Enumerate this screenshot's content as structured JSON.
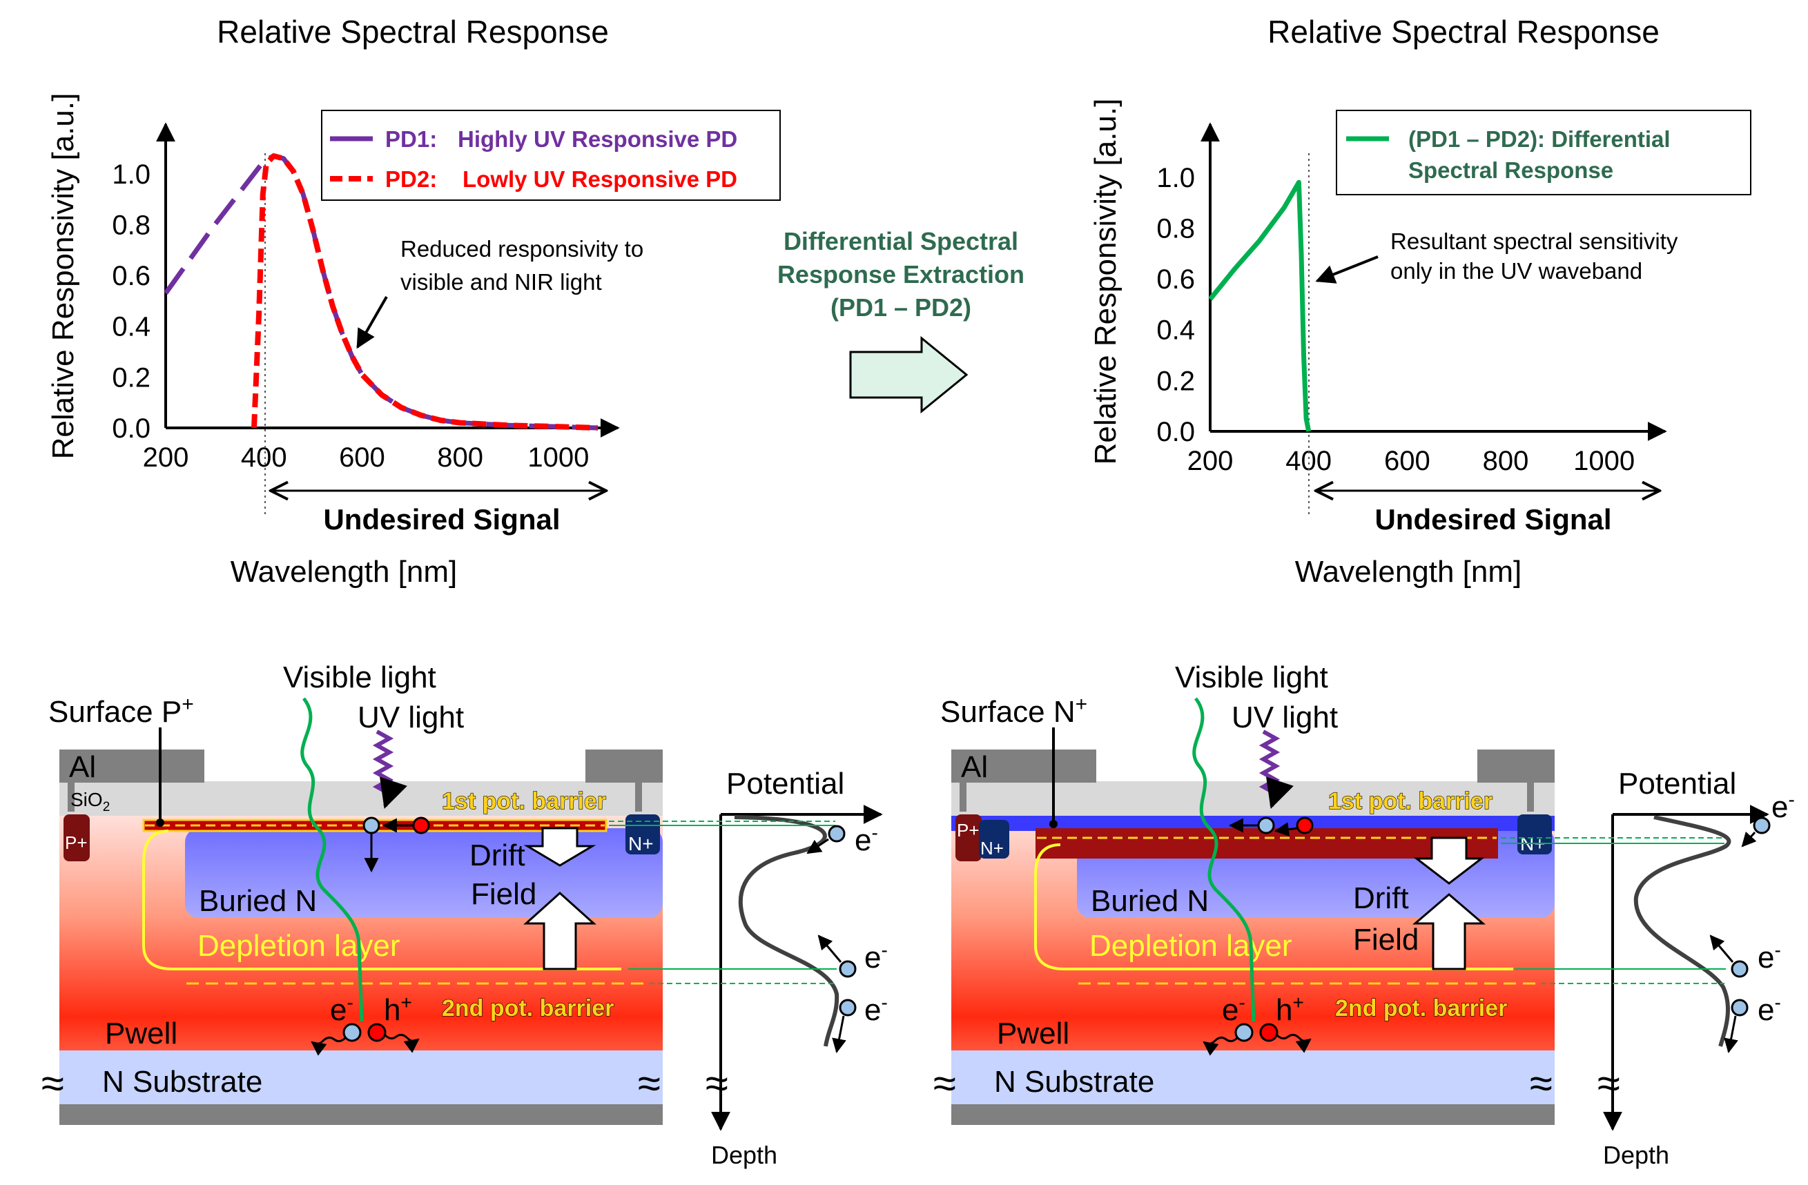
{
  "colors": {
    "pd1": "#7030A0",
    "pd2": "#FF0000",
    "diff": "#00B050",
    "extraction_text": "#2E6B4F",
    "barrier_text": "#FFD21E",
    "buried": "#7F7FFF",
    "substrate": "#C6D4FF",
    "metal": "#808080",
    "oxide": "#D9D9D9",
    "electron": "#9DC3E6",
    "hole": "#FF0000"
  },
  "chart_data": [
    {
      "type": "line",
      "title": "Relative Spectral Response",
      "xlabel": "Wavelength [nm]",
      "ylabel": "Relative Responsivity [a.u.]",
      "xlim": [
        200,
        1100
      ],
      "ylim": [
        0.0,
        1.1
      ],
      "x_ticks": [
        "200",
        "400",
        "600",
        "800",
        "1000"
      ],
      "y_ticks": [
        "1.0",
        "0.8",
        "0.6",
        "0.4",
        "0.2",
        "0.0"
      ],
      "series": [
        {
          "name": "PD1: Highly UV Responsive PD",
          "legend_prefix": "PD1:",
          "legend_text": "Highly UV Responsive PD",
          "style": "long-dash",
          "x": [
            200,
            300,
            400,
            420,
            440,
            460,
            480,
            500,
            520,
            540,
            560,
            580,
            600,
            640,
            680,
            720,
            760,
            800,
            900,
            1000,
            1080
          ],
          "y": [
            0.53,
            0.8,
            1.05,
            1.07,
            1.06,
            1.01,
            0.92,
            0.78,
            0.62,
            0.48,
            0.37,
            0.28,
            0.21,
            0.13,
            0.08,
            0.05,
            0.03,
            0.02,
            0.01,
            0.005,
            0.0
          ]
        },
        {
          "name": "PD2: Lowly UV Responsive PD",
          "legend_prefix": "PD2:",
          "legend_text": "Lowly UV Responsive PD",
          "style": "dash",
          "x": [
            380,
            390,
            398,
            405,
            420,
            440,
            460,
            480,
            500,
            520,
            540,
            560,
            580,
            600,
            640,
            680,
            720,
            760,
            800,
            900,
            1000,
            1080
          ],
          "y": [
            0.0,
            0.45,
            0.92,
            1.04,
            1.07,
            1.06,
            1.01,
            0.92,
            0.78,
            0.62,
            0.48,
            0.37,
            0.28,
            0.21,
            0.13,
            0.08,
            0.05,
            0.03,
            0.02,
            0.01,
            0.005,
            0.0
          ]
        }
      ],
      "annotations": {
        "note_line1": "Reduced responsivity to",
        "note_line2": "visible and NIR light",
        "range_label": "Undesired Signal"
      }
    },
    {
      "type": "line",
      "title": "Relative Spectral Response",
      "xlabel": "Wavelength [nm]",
      "ylabel": "Relative Responsivity [a.u.]",
      "xlim": [
        200,
        1100
      ],
      "ylim": [
        0.0,
        1.1
      ],
      "x_ticks": [
        "200",
        "400",
        "600",
        "800",
        "1000"
      ],
      "y_ticks": [
        "1.0",
        "0.8",
        "0.6",
        "0.4",
        "0.2",
        "0.0"
      ],
      "series": [
        {
          "name": "(PD1 – PD2): Differential Spectral Response",
          "legend_line1": "(PD1 – PD2): Differential",
          "legend_line2": "Spectral Response",
          "style": "solid",
          "x": [
            200,
            250,
            300,
            350,
            380,
            385,
            390,
            395,
            400
          ],
          "y": [
            0.52,
            0.64,
            0.75,
            0.88,
            0.98,
            0.7,
            0.3,
            0.05,
            0.0
          ]
        }
      ],
      "annotations": {
        "note_line1": "Resultant spectral sensitivity",
        "note_line2": "only in the UV waveband",
        "range_label": "Undesired Signal"
      }
    }
  ],
  "extraction": {
    "line1": "Differential Spectral",
    "line2": "Response Extraction",
    "line3": "(PD1 – PD2)"
  },
  "left_device": {
    "visible_light": "Visible light",
    "uv_light": "UV light",
    "surface": "Surface P",
    "surface_sup": "+",
    "al": "Al",
    "sio2": "SiO",
    "sio2_sub": "2",
    "p_plus": "P+",
    "n_plus": "N+",
    "barrier1": "1st pot. barrier",
    "barrier2": "2nd pot. barrier",
    "drift1": "Drift",
    "drift2": "Field",
    "buried": "Buried N",
    "depletion": "Depletion layer",
    "pwell": "Pwell",
    "substrate": "N Substrate",
    "electron": "e",
    "electron_sup": "-",
    "hole": "h",
    "hole_sup": "+",
    "potential": "Potential",
    "depth": "Depth"
  },
  "right_device": {
    "visible_light": "Visible light",
    "uv_light": "UV light",
    "surface": "Surface N",
    "surface_sup": "+",
    "al": "Al",
    "p_plus": "P+",
    "n_plus_left": "N+",
    "n_plus": "N+",
    "barrier1": "1st pot. barrier",
    "barrier2": "2nd pot. barrier",
    "drift1": "Drift",
    "drift2": "Field",
    "buried": "Buried N",
    "depletion": "Depletion layer",
    "pwell": "Pwell",
    "substrate": "N Substrate",
    "electron": "e",
    "electron_sup": "-",
    "hole": "h",
    "hole_sup": "+",
    "potential": "Potential",
    "depth": "Depth"
  }
}
